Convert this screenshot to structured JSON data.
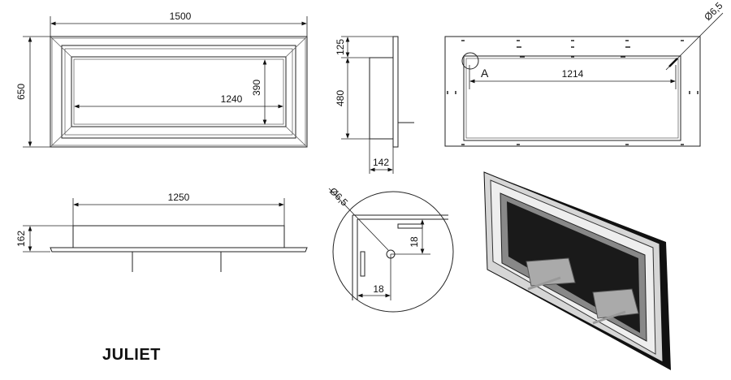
{
  "title": "JULIET",
  "front_view": {
    "width": "1500",
    "height": "650",
    "opening_width": "1240",
    "opening_height": "390"
  },
  "side_view": {
    "top_offset": "125",
    "box_height": "480",
    "depth": "142"
  },
  "back_view": {
    "detail_label": "A",
    "hole_spacing": "1214",
    "hole_diameter": "Ø6,5"
  },
  "top_view": {
    "box_width": "1250",
    "height": "162"
  },
  "detail_view": {
    "hole_diameter": "Ø6,5",
    "offset_x": "18",
    "offset_y": "18"
  }
}
